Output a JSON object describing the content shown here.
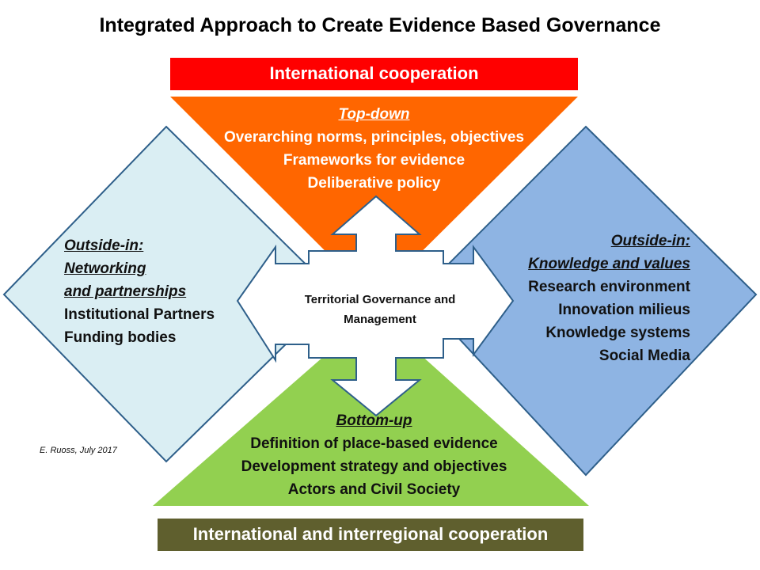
{
  "title": "Integrated Approach to Create Evidence Based Governance",
  "top_bar": "International cooperation",
  "bottom_bar": "International and interregional  cooperation",
  "top_down": {
    "heading": "Top-down",
    "lines": [
      "Overarching norms, principles, objectives",
      "Frameworks for evidence",
      "Deliberative policy"
    ]
  },
  "bottom_up": {
    "heading": "Bottom-up",
    "lines": [
      "Definition of place-based evidence",
      "Development strategy and objectives",
      "Actors and Civil Society"
    ]
  },
  "left": {
    "headings": [
      "Outside-in:",
      "Networking ",
      "and partnerships"
    ],
    "lines": [
      "Institutional Partners",
      "Funding bodies"
    ]
  },
  "right": {
    "headings": [
      "Outside-in:",
      "Knowledge and values"
    ],
    "lines": [
      "Research environment",
      "Innovation milieus",
      "Knowledge systems",
      "Social Media"
    ]
  },
  "center": {
    "line1": "Territorial  Governance and",
    "line2": "Management"
  },
  "credit": "E. Ruoss, July 2017",
  "colors": {
    "top_bar": "#ff0000",
    "bottom_bar": "#5f5f2e",
    "top_triangle": "#ff6600",
    "bottom_triangle": "#92d050",
    "left_diamond": "#daeef3",
    "right_diamond": "#8eb4e3",
    "outline": "#1f4e79"
  }
}
